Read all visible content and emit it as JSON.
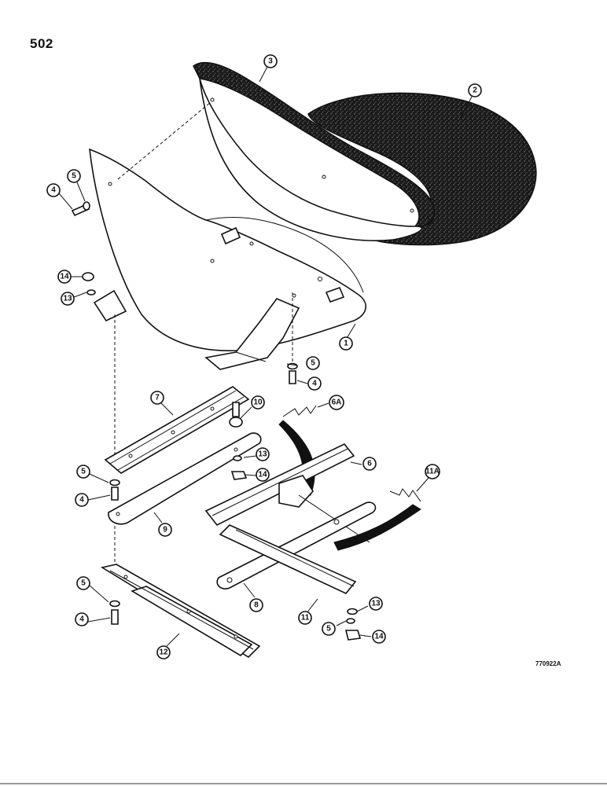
{
  "page": {
    "number": "502",
    "figure_code": "770922A"
  },
  "callouts": [
    {
      "id": "c1",
      "label": "1"
    },
    {
      "id": "c2",
      "label": "2"
    },
    {
      "id": "c3",
      "label": "3"
    },
    {
      "id": "c4a",
      "label": "4"
    },
    {
      "id": "c5a",
      "label": "5"
    },
    {
      "id": "c14a",
      "label": "14"
    },
    {
      "id": "c13a",
      "label": "13"
    },
    {
      "id": "c5b",
      "label": "5"
    },
    {
      "id": "c4b",
      "label": "4"
    },
    {
      "id": "c7",
      "label": "7"
    },
    {
      "id": "c10",
      "label": "10"
    },
    {
      "id": "c6a",
      "label": "6A"
    },
    {
      "id": "c6",
      "label": "6"
    },
    {
      "id": "c13b",
      "label": "13"
    },
    {
      "id": "c14b",
      "label": "14"
    },
    {
      "id": "c5c",
      "label": "5"
    },
    {
      "id": "c4c",
      "label": "4"
    },
    {
      "id": "c9",
      "label": "9"
    },
    {
      "id": "c11a",
      "label": "11A"
    },
    {
      "id": "c5d",
      "label": "5"
    },
    {
      "id": "c4d",
      "label": "4"
    },
    {
      "id": "c8",
      "label": "8"
    },
    {
      "id": "c11",
      "label": "11"
    },
    {
      "id": "c13c",
      "label": "13"
    },
    {
      "id": "c5e",
      "label": "5"
    },
    {
      "id": "c14c",
      "label": "14"
    },
    {
      "id": "c12",
      "label": "12"
    }
  ]
}
